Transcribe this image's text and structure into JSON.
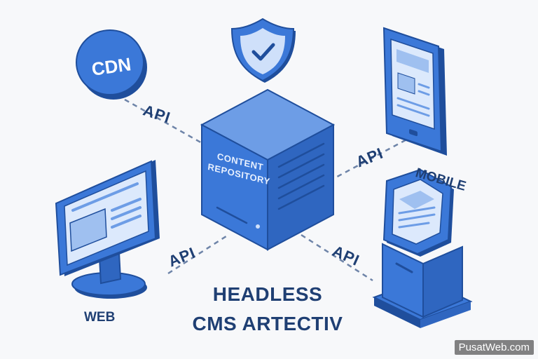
{
  "diagram": {
    "nodes": {
      "cdn": {
        "label": "CDN"
      },
      "repository": {
        "label_lines": [
          "CONTENT",
          "REPOSITORY"
        ]
      },
      "web": {
        "label": "WEB"
      },
      "mobile": {
        "label": "MOBILE"
      }
    },
    "connections": [
      {
        "from": "cdn",
        "to": "repository",
        "label": "API"
      },
      {
        "from": "repository",
        "to": "mobile",
        "label": "API"
      },
      {
        "from": "web",
        "to": "repository",
        "label": "API"
      },
      {
        "from": "repository",
        "to": "kiosk",
        "label": "API"
      }
    ],
    "title_lines": [
      "HEADLESS",
      "CMS ARTECTIV"
    ],
    "watermark": "PusatWeb.com",
    "icons": [
      "shield-check-icon",
      "cdn-globe-icon",
      "server-icon",
      "desktop-monitor-icon",
      "tablet-icon",
      "kiosk-icon"
    ],
    "colors": {
      "primary": "#3b78d8",
      "dark": "#1f4e9c",
      "light": "#cfe0fa",
      "text": "#1f3f73"
    }
  }
}
